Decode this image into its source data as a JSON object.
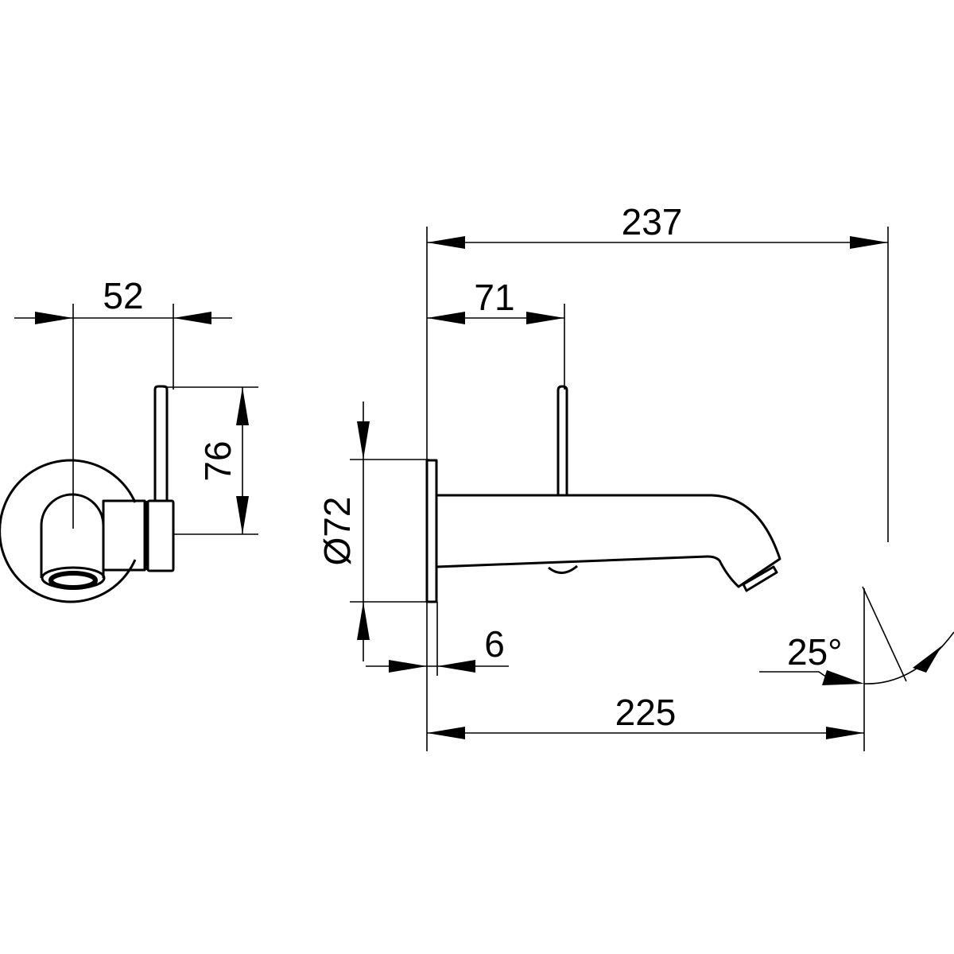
{
  "drawing": {
    "side_view": {
      "width_dimension": "52",
      "lever_height_dimension": "76"
    },
    "front_view": {
      "overall_length_dimension": "237",
      "lever_offset_dimension": "71",
      "escutcheon_diameter_dimension": "Ø72",
      "escutcheon_thickness_dimension": "6",
      "spout_projection_dimension": "225",
      "outlet_angle_dimension": "25°"
    },
    "colors": {
      "line": "#000000",
      "background": "#ffffff"
    }
  }
}
